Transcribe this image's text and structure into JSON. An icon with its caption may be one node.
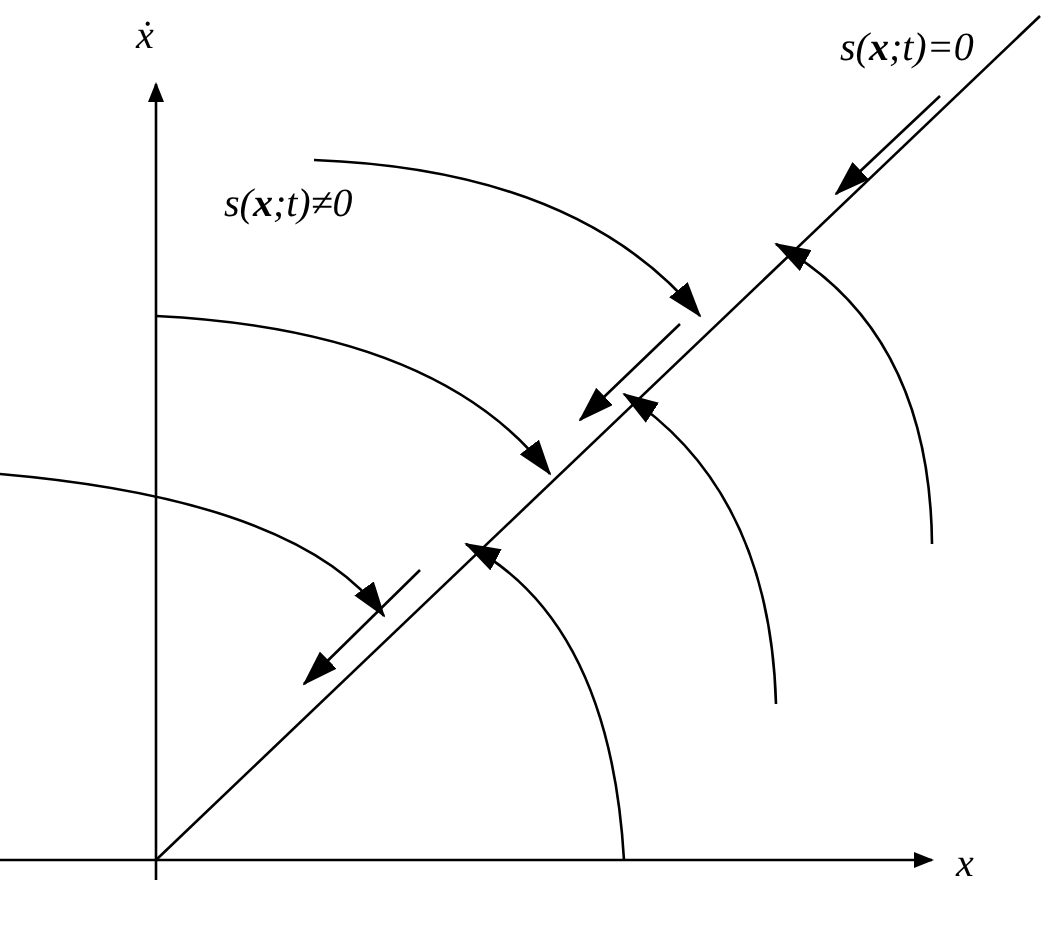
{
  "diagram": {
    "labels": [
      "ẋ",
      "s(**x**;t)=0",
      "s(**x**;t)≠0",
      "x"
    ]
  }
}
